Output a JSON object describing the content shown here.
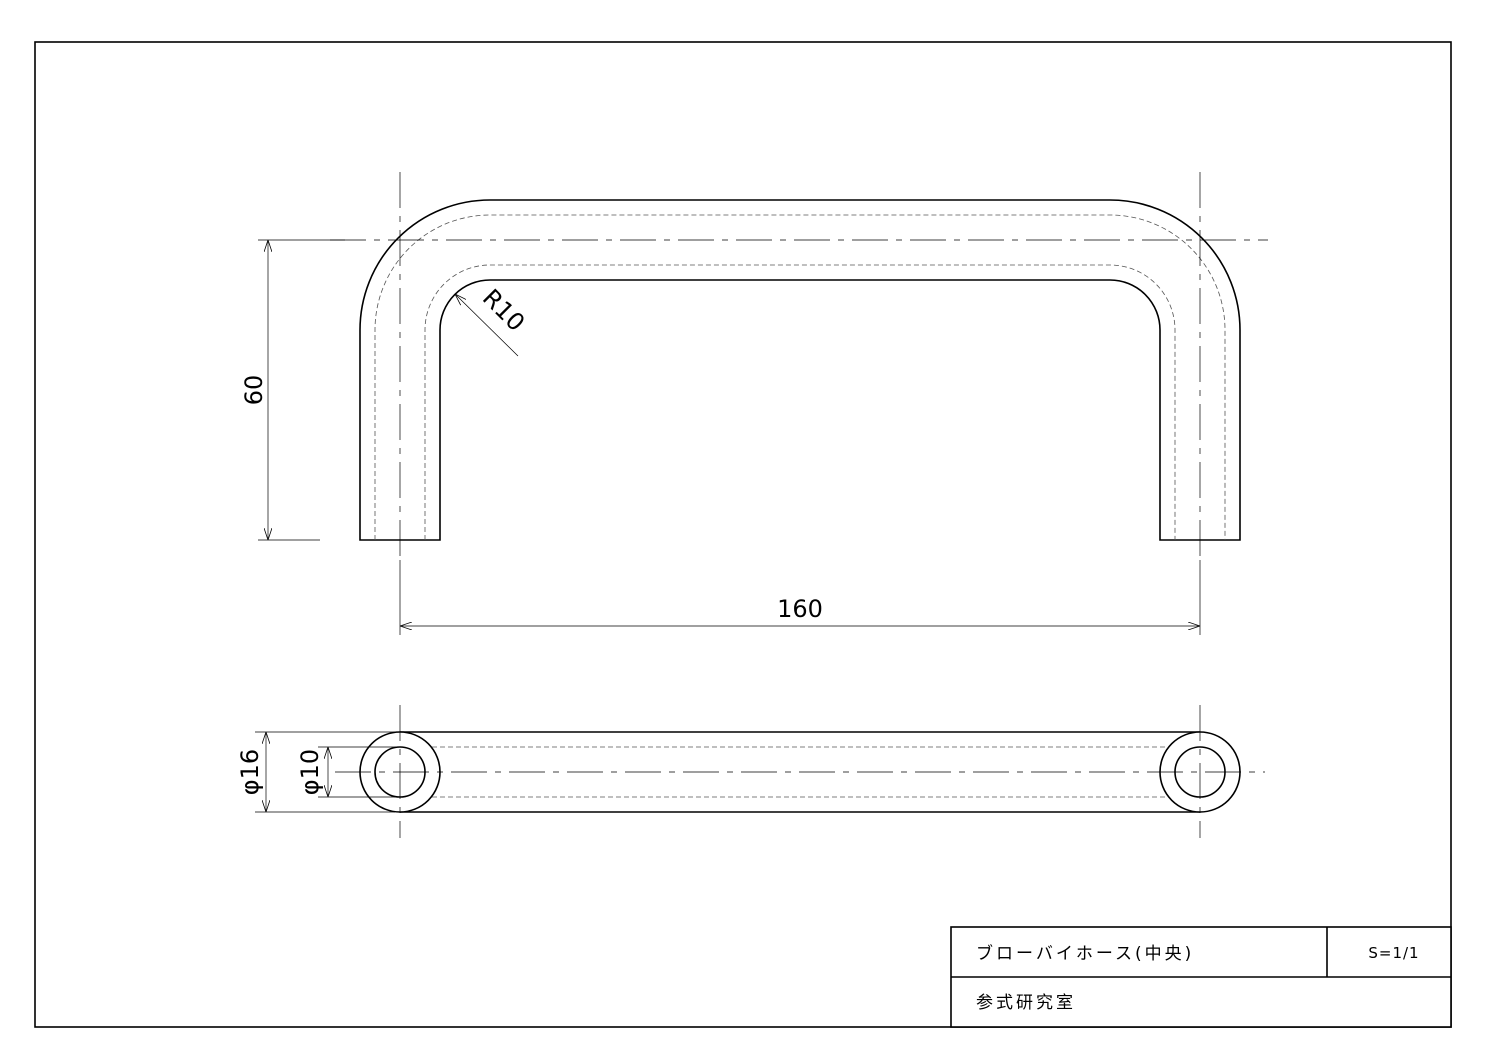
{
  "drawing": {
    "dimensions": {
      "height": "60",
      "width": "160",
      "bend_radius": "R10",
      "outer_diameter": "φ16",
      "inner_diameter": "φ10"
    }
  },
  "title_block": {
    "part_name": "ブローバイホース(中央)",
    "scale": "S=1/1",
    "note": "参式研究室"
  }
}
